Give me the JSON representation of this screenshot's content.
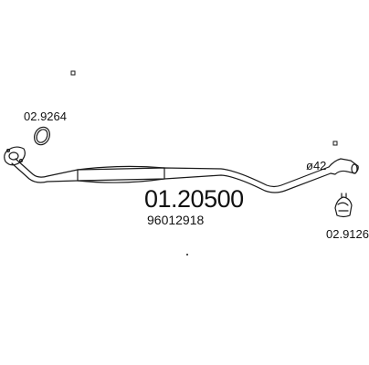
{
  "diagram": {
    "part_number": "01.20500",
    "oem_number": "96012918",
    "diameter_label": "ø42",
    "parts": {
      "left_clamp_ref": "02.9264",
      "right_clamp_ref": "02.9126"
    },
    "stroke_color": "#1a1a1a",
    "background_color": "#ffffff"
  }
}
